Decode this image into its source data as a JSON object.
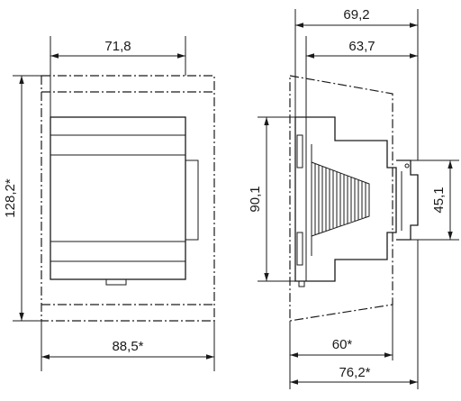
{
  "dimensions": {
    "front_inner_width": "71,8",
    "front_outer_width": "88,5*",
    "front_height": "128,2*",
    "side_top_width": "69,2",
    "side_second_width": "63,7",
    "side_body_height": "90,1",
    "side_rail_height": "45,1",
    "side_bottom_width": "60*",
    "side_total_width": "76,2*"
  }
}
